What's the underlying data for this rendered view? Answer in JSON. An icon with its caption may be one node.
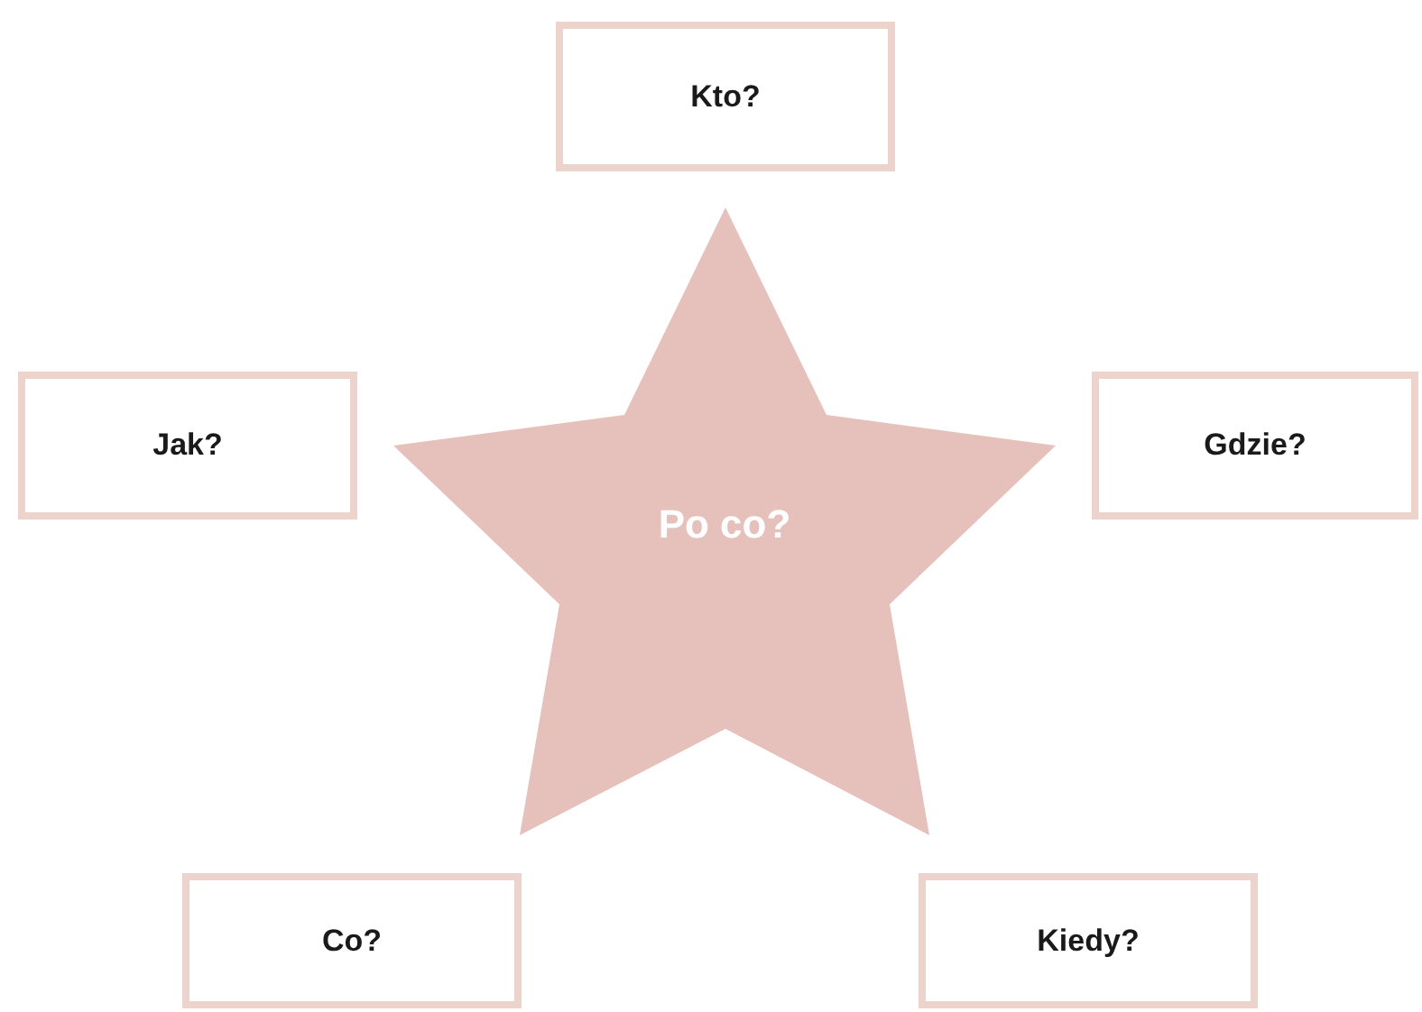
{
  "diagram": {
    "nodes": [
      {
        "text": [
          "Kto?"
        ]
      },
      {
        "text": [
          "Jak?"
        ]
      },
      {
        "text": [
          "Gdzie?"
        ]
      },
      {
        "text": [
          "Po co?"
        ]
      },
      {
        "text": [
          "Co?"
        ]
      },
      {
        "text": [
          "Kiedy?"
        ]
      }
    ]
  }
}
